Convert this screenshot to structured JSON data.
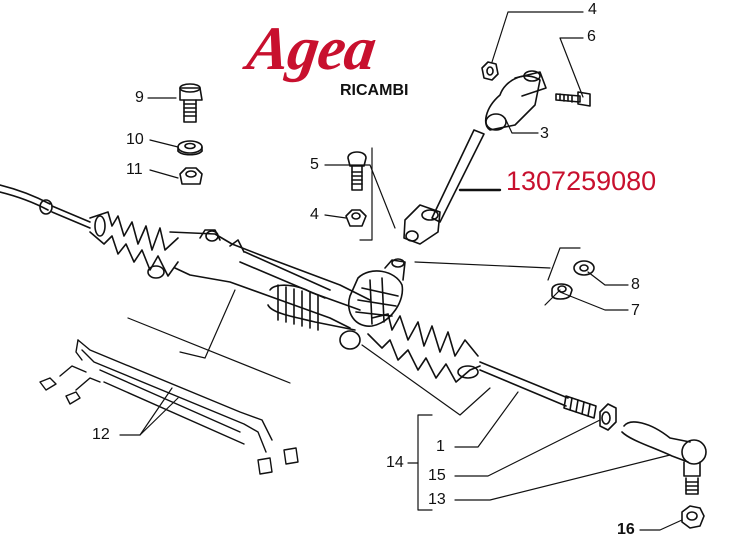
{
  "brand": {
    "name": "Agea",
    "subtitle": "RICAMBI",
    "color": "#c8102e"
  },
  "part_number": "1307259080",
  "callouts": [
    "1",
    "3",
    "4",
    "4",
    "5",
    "6",
    "7",
    "8",
    "9",
    "10",
    "11",
    "12",
    "13",
    "14",
    "15",
    "16"
  ]
}
